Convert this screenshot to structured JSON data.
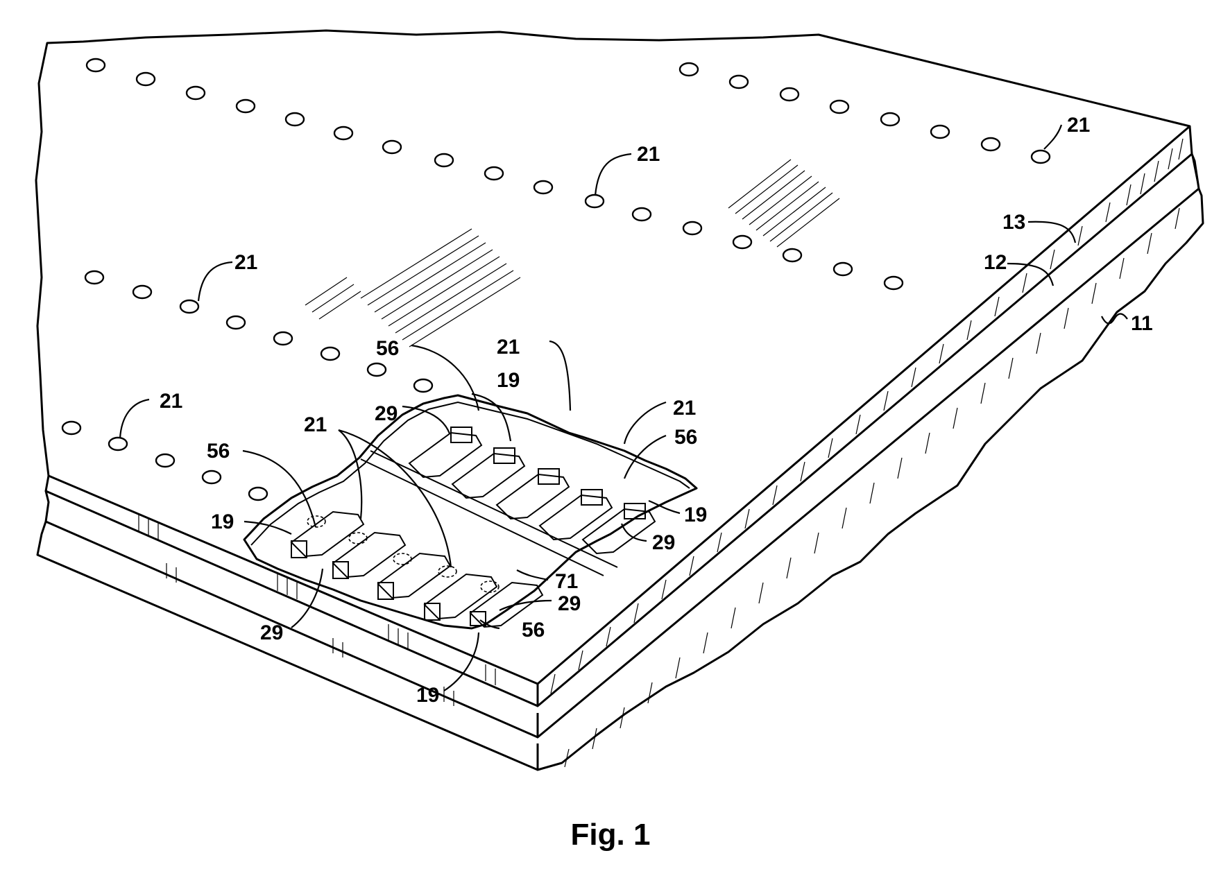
{
  "caption": "Fig. 1",
  "labels": {
    "l21_top_right": "21",
    "l21_top_mid": "21",
    "l21_left_upper": "21",
    "l21_left_lower": "21",
    "l21_cavity_left": "21",
    "l21_cavity_top": "21",
    "l21_cavity_right": "21",
    "l13": "13",
    "l12": "12",
    "l11": "11",
    "l56_top": "56",
    "l56_right": "56",
    "l56_left": "56",
    "l56_bottom": "56",
    "l19_top": "19",
    "l19_left": "19",
    "l19_right": "19",
    "l19_bottom": "19",
    "l29_top": "29",
    "l29_right": "29",
    "l29_mid": "29",
    "l29_left": "29",
    "l71": "71"
  }
}
